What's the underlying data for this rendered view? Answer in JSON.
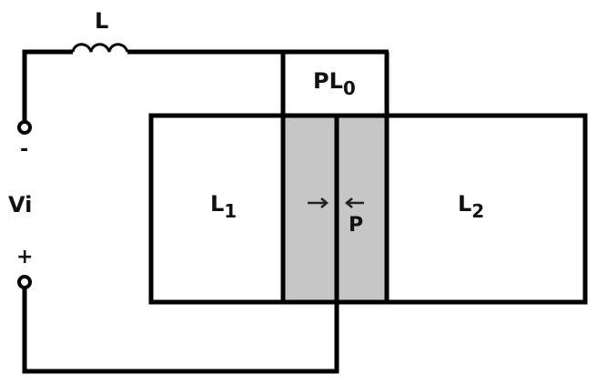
{
  "diagram": {
    "type": "circuit-schematic",
    "colors": {
      "line": "#000000",
      "shaded_region": "#c6c6c6",
      "background": "#ffffff"
    },
    "labels": {
      "inductor": "L",
      "source": "Vi",
      "minus_terminal": "-",
      "plus_terminal": "+",
      "top_block_main": "PL",
      "top_block_sub": "0",
      "left_region_main": "L",
      "left_region_sub": "1",
      "right_region_main": "L",
      "right_region_sub": "2",
      "polarization": "P",
      "arrow_right": "→",
      "arrow_left": "←"
    },
    "components": [
      {
        "id": "inductor",
        "label": "L"
      },
      {
        "id": "voltage-source-terminals",
        "label": "Vi",
        "polarity": [
          "-",
          "+"
        ]
      },
      {
        "id": "block-PL0",
        "label": "PL0"
      },
      {
        "id": "region-L1",
        "label": "L1"
      },
      {
        "id": "region-L2",
        "label": "L2"
      },
      {
        "id": "shaded-central-region",
        "label": "P"
      }
    ]
  }
}
